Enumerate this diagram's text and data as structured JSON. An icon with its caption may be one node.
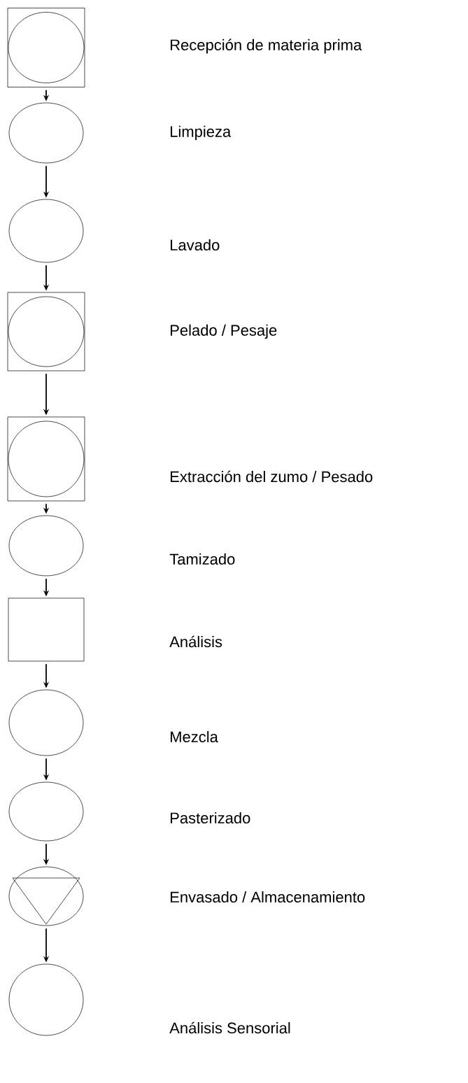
{
  "diagram": {
    "nodes": [
      {
        "text": [],
        "shape": "framed-circle"
      },
      {
        "text": [],
        "shape": "circle"
      },
      {
        "text": [],
        "shape": "circle"
      },
      {
        "text": [],
        "shape": "framed-circle"
      },
      {
        "text": [],
        "shape": "framed-circle"
      },
      {
        "text": [],
        "shape": "circle"
      },
      {
        "text": [],
        "shape": "box"
      },
      {
        "text": [],
        "shape": "circle"
      },
      {
        "text": [],
        "shape": "circle"
      },
      {
        "text": [],
        "shape": "triangle-circle"
      },
      {
        "text": [],
        "shape": "circle"
      }
    ],
    "edges": [
      {
        "from": 0,
        "to": 1,
        "arrow": "to"
      },
      {
        "from": 1,
        "to": 2,
        "arrow": "to"
      },
      {
        "from": 2,
        "to": 3,
        "arrow": "to"
      },
      {
        "from": 3,
        "to": 4,
        "arrow": "to"
      },
      {
        "from": 4,
        "to": 5,
        "arrow": "to"
      },
      {
        "from": 5,
        "to": 6,
        "arrow": "to"
      },
      {
        "from": 6,
        "to": 7,
        "arrow": "to"
      },
      {
        "from": 7,
        "to": 8,
        "arrow": "to"
      },
      {
        "from": 8,
        "to": 9,
        "arrow": "to"
      },
      {
        "from": 9,
        "to": 10,
        "arrow": "to"
      }
    ],
    "labels": [
      "Recepción de materia prima",
      "Limpieza",
      "Lavado",
      "Pelado / Pesaje",
      "Extracción del zumo / Pesado",
      "Tamizado",
      "Análisis",
      "Mezcla",
      "Pasterizado",
      "Envasado / Almacenamiento",
      "Análisis Sensorial"
    ]
  }
}
